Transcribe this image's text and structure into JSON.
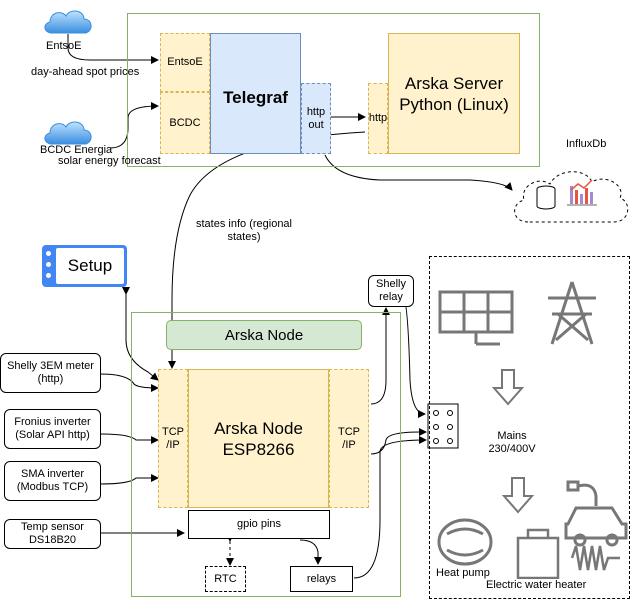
{
  "sources": {
    "entsoe_cloud": "EntsoE",
    "entsoe_caption": "day-ahead spot prices",
    "bcdc_cloud": "BCDC Energia",
    "bcdc_caption": "solar energy forecast"
  },
  "server": {
    "entsoe_in": "EntsoE",
    "bcdc_in": "BCDC",
    "telegraf": "Telegraf",
    "http_out": "http out",
    "http_in": "http",
    "arska_server": "Arska Server Python (Linux)"
  },
  "influxdb": "InfluxDb",
  "states_info": "states info (regional states)",
  "setup": "Setup",
  "shelly_relay": "Shelly relay",
  "node": {
    "title": "Arska Node",
    "tcp_left": "TCP /IP",
    "core": "Arska Node ESP8266",
    "tcp_right": "TCP /IP",
    "gpio": "gpio pins",
    "rtc": "RTC",
    "relays": "relays"
  },
  "inputs": {
    "shelly_meter": "Shelly 3EM meter (http)",
    "fronius": "Fronius inverter (Solar API http)",
    "sma": "SMA inverter (Modbus TCP)",
    "temp": "Temp sensor DS18B20"
  },
  "loads": {
    "mains": "Mains 230/400V",
    "heat_pump": "Heat pump",
    "water_heater": "Electric water heater"
  },
  "colors": {
    "green_border": "#82b366",
    "orange_fill": "#fff2cc",
    "orange_border": "#d6b656",
    "blue_fill": "#dae8fc",
    "blue_border": "#6c8ebf",
    "setup_blue": "#4285f4",
    "cloud_blue": "#4f9de3"
  }
}
